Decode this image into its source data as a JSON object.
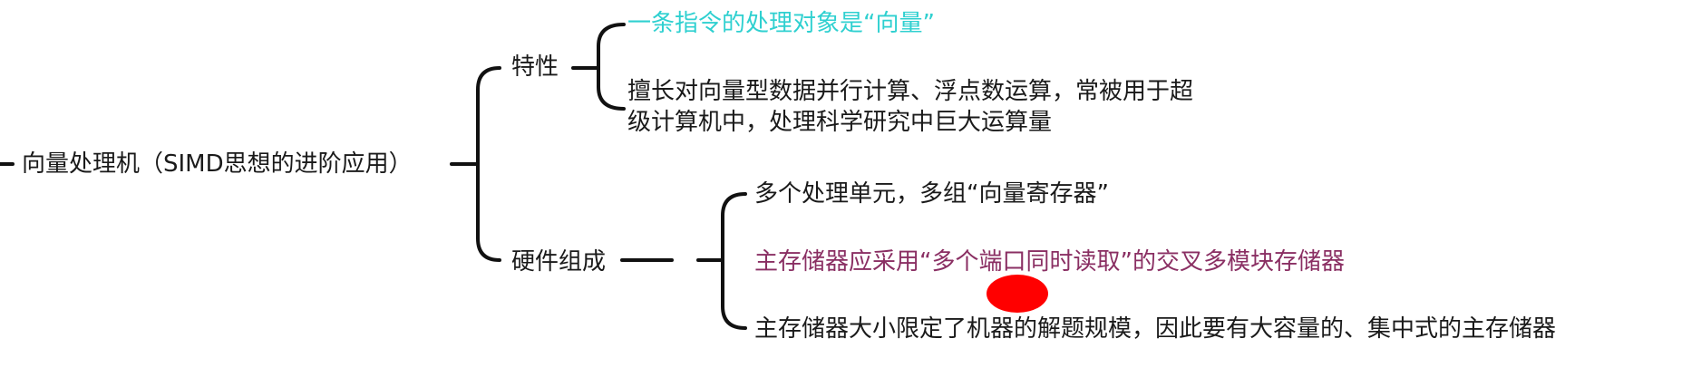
{
  "mindmap": {
    "root": "向量处理机（SIMD思想的进阶应用）",
    "branches": [
      {
        "label": "特性",
        "children": [
          {
            "text": "一条指令的处理对象是“向量”",
            "color": "#2fd0d0"
          },
          {
            "text": "擅长对向量型数据并行计算、浮点数运算，常被用于超级计算机中，处理科学研究中巨大运算量",
            "color": "#1a1a1a"
          }
        ]
      },
      {
        "label": "硬件组成",
        "children": [
          {
            "text": "多个处理单元，多组“向量寄存器”",
            "color": "#1a1a1a"
          },
          {
            "text": "主存储器应采用“多个端口同时读取”的交叉多模块存储器",
            "color": "#8a2f63"
          },
          {
            "text": "主存储器大小限定了机器的解题规模，因此要有大容量的、集中式的主存储器",
            "color": "#1a1a1a"
          }
        ]
      }
    ],
    "annotation_color": "#ff0000"
  }
}
